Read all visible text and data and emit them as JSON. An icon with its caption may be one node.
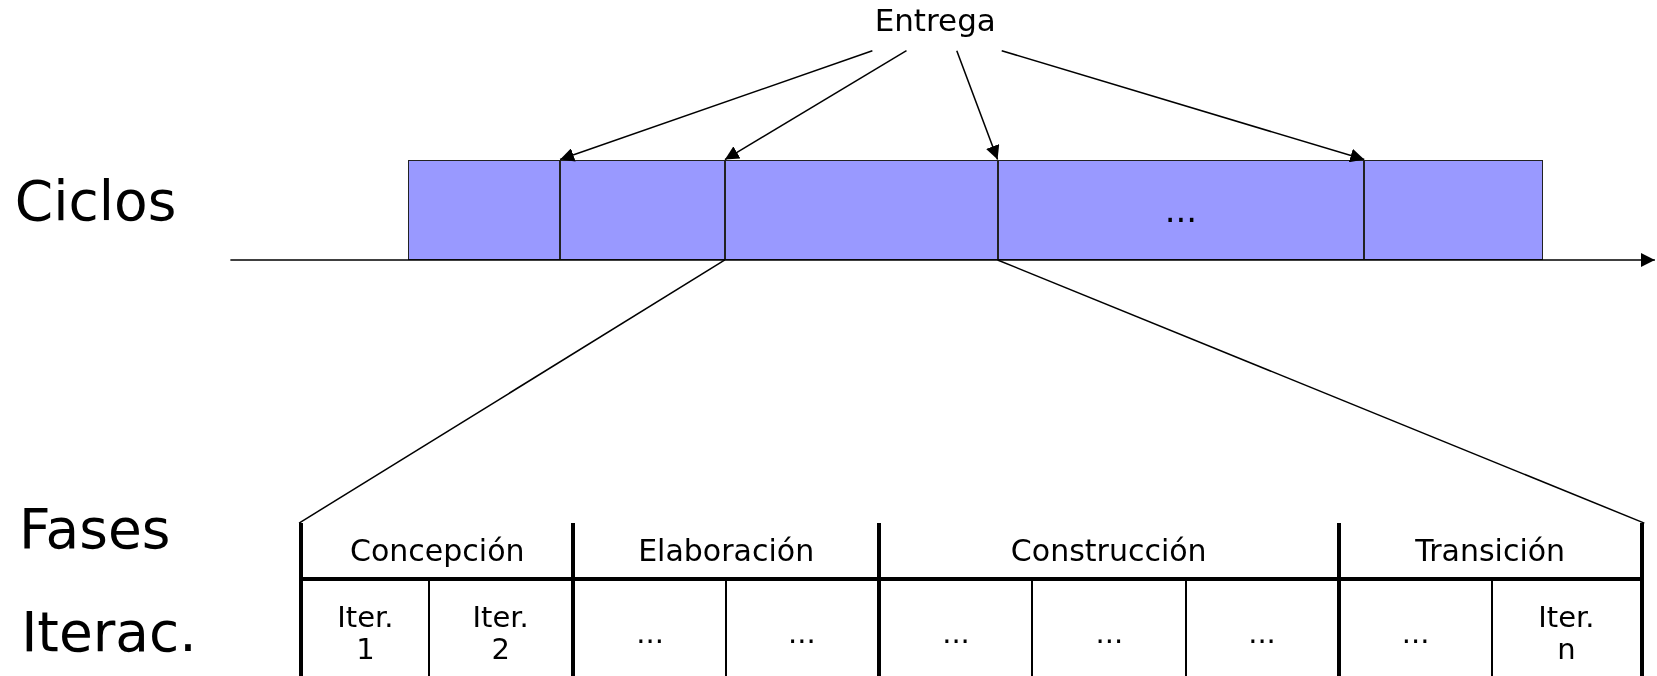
{
  "diagram": {
    "nodes": [
      {
        "text": [
          "Entrega"
        ]
      },
      {
        "text": [],
        "shape": "box"
      },
      {
        "text": [],
        "shape": "box"
      },
      {
        "text": [],
        "shape": "box"
      },
      {
        "text": [
          "..."
        ]
      },
      {
        "text": [],
        "shape": "box"
      },
      {
        "text": [],
        "shape": "box"
      },
      {
        "text": [
          "Concepción"
        ],
        "in": 6
      },
      {
        "text": [
          "Elaboración"
        ],
        "in": 6
      },
      {
        "text": [
          "Construcción"
        ],
        "in": 6
      },
      {
        "text": [
          "Transición"
        ],
        "in": 6
      },
      {
        "text": [
          "Iter. 1"
        ],
        "in": 6
      },
      {
        "text": [
          "Iter. 2"
        ],
        "in": 6
      },
      {
        "text": [
          "..."
        ],
        "in": 6
      },
      {
        "text": [
          "..."
        ],
        "in": 6
      },
      {
        "text": [
          "..."
        ],
        "in": 6
      },
      {
        "text": [
          "..."
        ],
        "in": 6
      },
      {
        "text": [
          "..."
        ],
        "in": 6
      },
      {
        "text": [
          "..."
        ],
        "in": 6
      },
      {
        "text": [
          "Iter. n"
        ],
        "in": 6
      }
    ],
    "edges": [
      {
        "from": 0,
        "to": 2,
        "arrow": "to"
      },
      {
        "from": 0,
        "to": 3,
        "arrow": "to"
      },
      {
        "from": 0,
        "to": 4,
        "arrow": "to"
      },
      {
        "from": 0,
        "to": 5,
        "arrow": "to"
      },
      {
        "from": 3,
        "to": 6,
        "arrow": "none"
      },
      {
        "from": 3,
        "to": 6,
        "arrow": "none"
      }
    ],
    "labels": [
      "Ciclos",
      "Fases",
      "Iterac."
    ]
  }
}
